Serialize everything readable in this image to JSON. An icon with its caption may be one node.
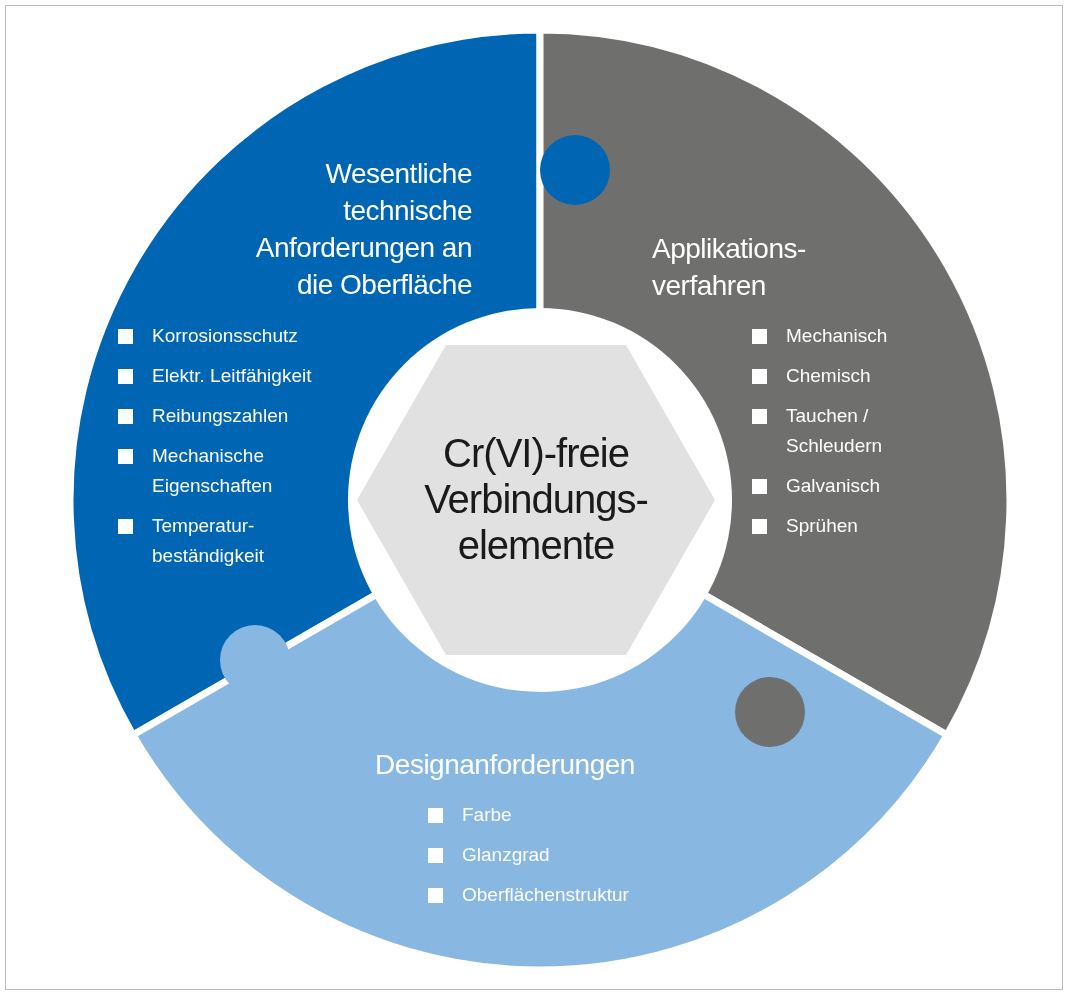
{
  "diagram": {
    "nodes": [
      {
        "text": [
          "Wesentliche technische Anforderungen an die Oberfläche",
          "Korrosionsschutz",
          "Elektr. Leitfähigkeit",
          "Reibungszahlen",
          "Mechanische Eigenschaften",
          "Temperatur- beständigkeit"
        ]
      },
      {
        "text": [
          "Applikations- verfahren",
          "Mechanisch",
          "Chemisch",
          "Tauchen / Schleudern",
          "Galvanisch",
          "Sprühen"
        ]
      },
      {
        "text": [
          "Designanforderungen",
          "Farbe",
          "Glanzgrad",
          "Oberflächenstruktur"
        ]
      },
      {
        "text": [
          "Cr(VI)-freie Verbindungs- elemente"
        ]
      }
    ],
    "edges": []
  }
}
